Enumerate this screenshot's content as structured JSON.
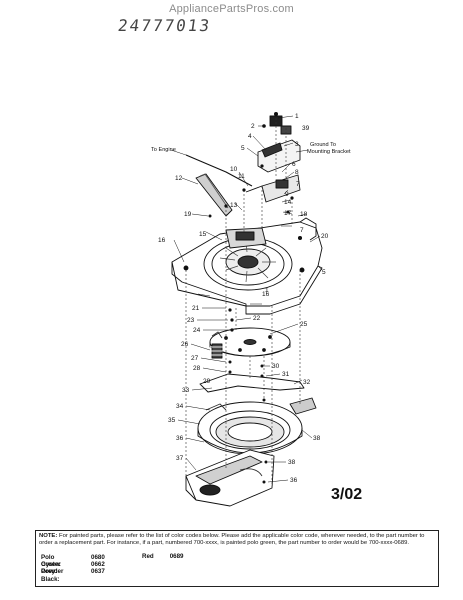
{
  "watermark": "AppliancePartsPros.com",
  "handwritten_code": "24777013",
  "date_code": "3/02",
  "callouts": {
    "to_engine": "To Engine",
    "ground_line1": "Ground To",
    "ground_line2": "Mounting Bracket"
  },
  "part_numbers": [
    "1",
    "2",
    "3",
    "4",
    "5",
    "6",
    "7",
    "8",
    "9",
    "10",
    "11",
    "12",
    "13",
    "14",
    "15",
    "16",
    "17",
    "18",
    "19",
    "20",
    "21",
    "22",
    "23",
    "24",
    "25",
    "26",
    "27",
    "28",
    "29",
    "30",
    "31",
    "32",
    "33",
    "34",
    "35",
    "36",
    "37",
    "38",
    "39"
  ],
  "note": {
    "lead": "NOTE:",
    "text": "For painted parts, please refer to the list of color codes below. Please add the applicable color code, wherever needed, to the part number to order a replacement part. For instance, if a part, numbered 700-xxxx, is painted polo green, the part number to order would be 700-xxxx-0689.",
    "colors": [
      {
        "name": "Polo Green:",
        "code": "0680"
      },
      {
        "name": "Oyster Grey:",
        "code": "0662"
      },
      {
        "name": "Powder Black:",
        "code": "0637"
      }
    ],
    "extra_color": {
      "name": "Red",
      "code": "0689"
    }
  }
}
